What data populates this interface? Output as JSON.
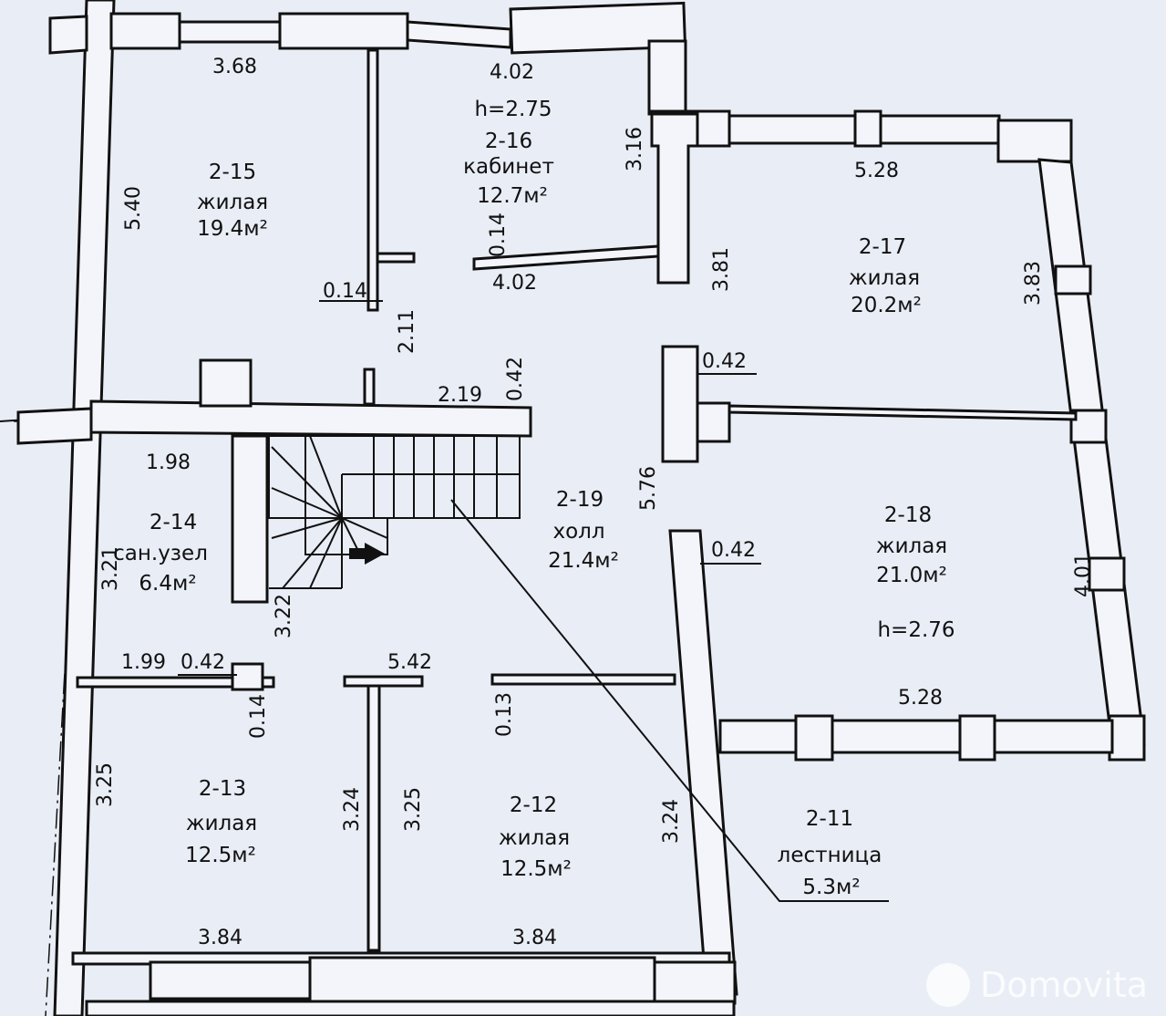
{
  "rooms": [
    {
      "id": "2-15",
      "name": "жилая",
      "area": "19.4м²"
    },
    {
      "id": "2-16",
      "height": "h=2.75",
      "name": "кабинет",
      "area": "12.7м²"
    },
    {
      "id": "2-17",
      "name": "жилая",
      "area": "20.2м²"
    },
    {
      "id": "2-18",
      "name": "жилая",
      "area": "21.0м²",
      "height": "h=2.76"
    },
    {
      "id": "2-19",
      "name": "холл",
      "area": "21.4м²"
    },
    {
      "id": "2-14",
      "name": "сан.узел",
      "area": "6.4м²"
    },
    {
      "id": "2-13",
      "name": "жилая",
      "area": "12.5м²"
    },
    {
      "id": "2-12",
      "name": "жилая",
      "area": "12.5м²"
    },
    {
      "id": "2-11",
      "name": "лестница",
      "area": "5.3м²"
    }
  ],
  "dimensions": {
    "d_368": "3.68",
    "d_402_top": "4.02",
    "d_316": "3.16",
    "d_528_top": "5.28",
    "d_540": "5.40",
    "d_014_a": "0.14",
    "d_402_mid": "4.02",
    "d_014_b": "0.14",
    "d_381": "3.81",
    "d_383": "3.83",
    "d_211": "2.11",
    "d_042_a": "0.42",
    "d_219": "2.19",
    "d_042_b": "0.42",
    "d_198": "1.98",
    "d_576": "5.76",
    "d_042_c": "0.42",
    "d_321": "3.21",
    "d_322": "3.22",
    "d_401": "4.01",
    "d_199": "1.99",
    "d_042_d": "0.42",
    "d_542": "5.42",
    "d_014_c": "0.14",
    "d_013": "0.13",
    "d_528_bot": "5.28",
    "d_325_a": "3.25",
    "d_324_a": "3.24",
    "d_325_b": "3.25",
    "d_324_b": "3.24",
    "d_384_a": "3.84",
    "d_384_b": "3.84"
  },
  "watermark": "Domovita"
}
